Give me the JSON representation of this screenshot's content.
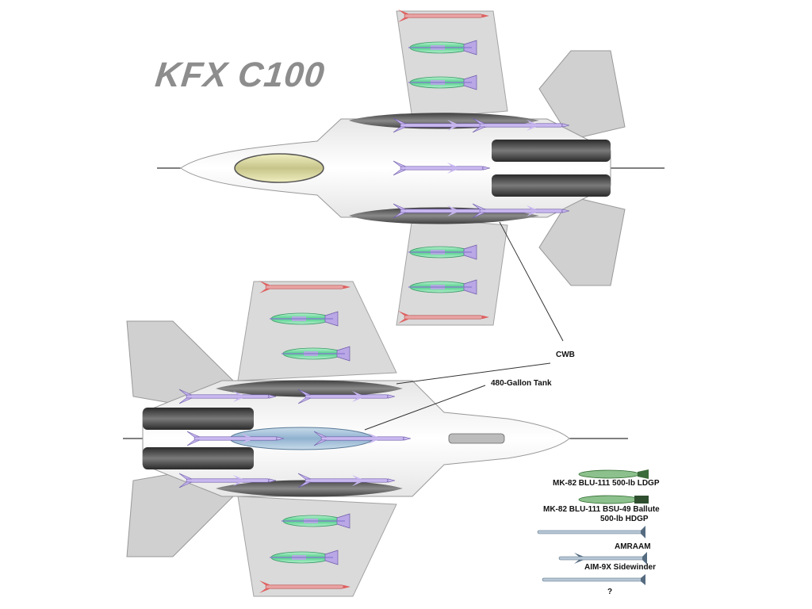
{
  "title": "KFX C100",
  "callouts": {
    "cwb": "CWB",
    "tank": "480-Gallon Tank"
  },
  "legend": [
    {
      "label": "MK-82 BLU-111 500-lb LDGP",
      "icon": "bomb-ldgp-icon"
    },
    {
      "label": "MK-82 BLU-111 BSU-49 Ballute",
      "label2": "500-lb HDGP",
      "icon": "bomb-hdgp-icon"
    },
    {
      "label": "AMRAAM",
      "icon": "amraam-missile-icon"
    },
    {
      "label": "AIM-9X Sidewinder",
      "icon": "sidewinder-missile-icon"
    },
    {
      "label": "?",
      "icon": "unknown-missile-icon"
    }
  ],
  "colors": {
    "airframe": "#d9d9d9",
    "airframe_dark": "#9a9a9a",
    "bay": "#555555",
    "bomb": "#8fdcb0",
    "missile": "#b9a7e6",
    "missile_red": "#e06060",
    "canopy": "#d9d8a3",
    "engine": "#4a4a4a"
  }
}
